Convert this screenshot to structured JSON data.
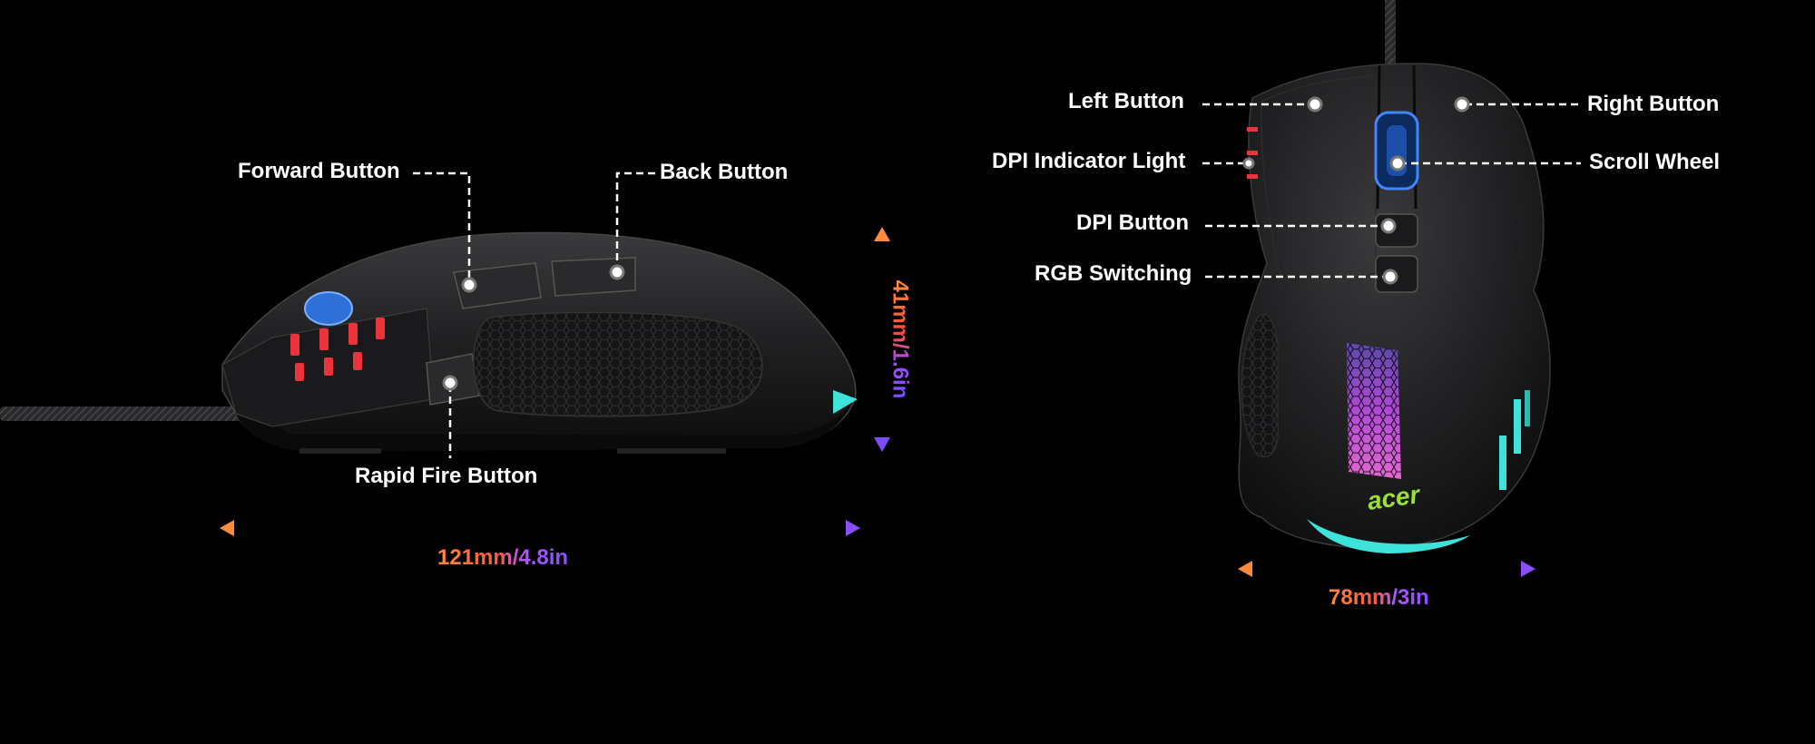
{
  "side_view": {
    "labels": {
      "forward": "Forward Button",
      "back": "Back Button",
      "rapid_fire": "Rapid Fire Button"
    },
    "length": "121mm/4.8in",
    "height": "41mm/1.6in"
  },
  "top_view": {
    "labels": {
      "left": "Left Button",
      "right": "Right Button",
      "dpi_light": "DPI Indicator Light",
      "scroll": "Scroll Wheel",
      "dpi_button": "DPI Button",
      "rgb": "RGB Switching"
    },
    "width": "78mm/3in",
    "logo": "acer"
  },
  "colors": {
    "background": "#000000",
    "dim_start": "#ff8a3d",
    "dim_mid": "#e8343a",
    "dim_end": "#8a4dff",
    "accent_cyan": "#3de2d8",
    "indicator_red": "#e8343a",
    "logo_green": "#9be03a"
  }
}
